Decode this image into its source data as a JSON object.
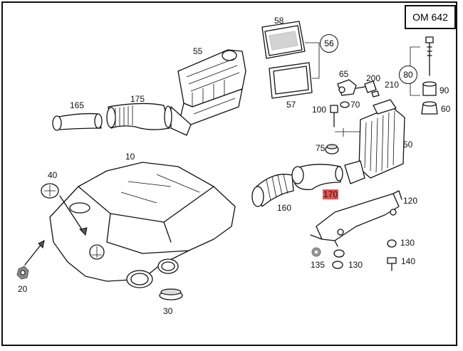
{
  "model": "OM 642",
  "parts": {
    "p10": "10",
    "p20": "20",
    "p30": "30",
    "p40": "40",
    "p50": "50",
    "p55": "55",
    "p56": "56",
    "p57": "57",
    "p58": "58",
    "p60": "60",
    "p65": "65",
    "p70": "70",
    "p75": "75",
    "p80": "80",
    "p90": "90",
    "p100": "100",
    "p120": "120",
    "p130a": "130",
    "p130b": "130",
    "p135": "135",
    "p140": "140",
    "p160": "160",
    "p165": "165",
    "p170": "170",
    "p175": "175",
    "p200": "200",
    "p210": "210"
  },
  "highlight_color": "#e8524f"
}
